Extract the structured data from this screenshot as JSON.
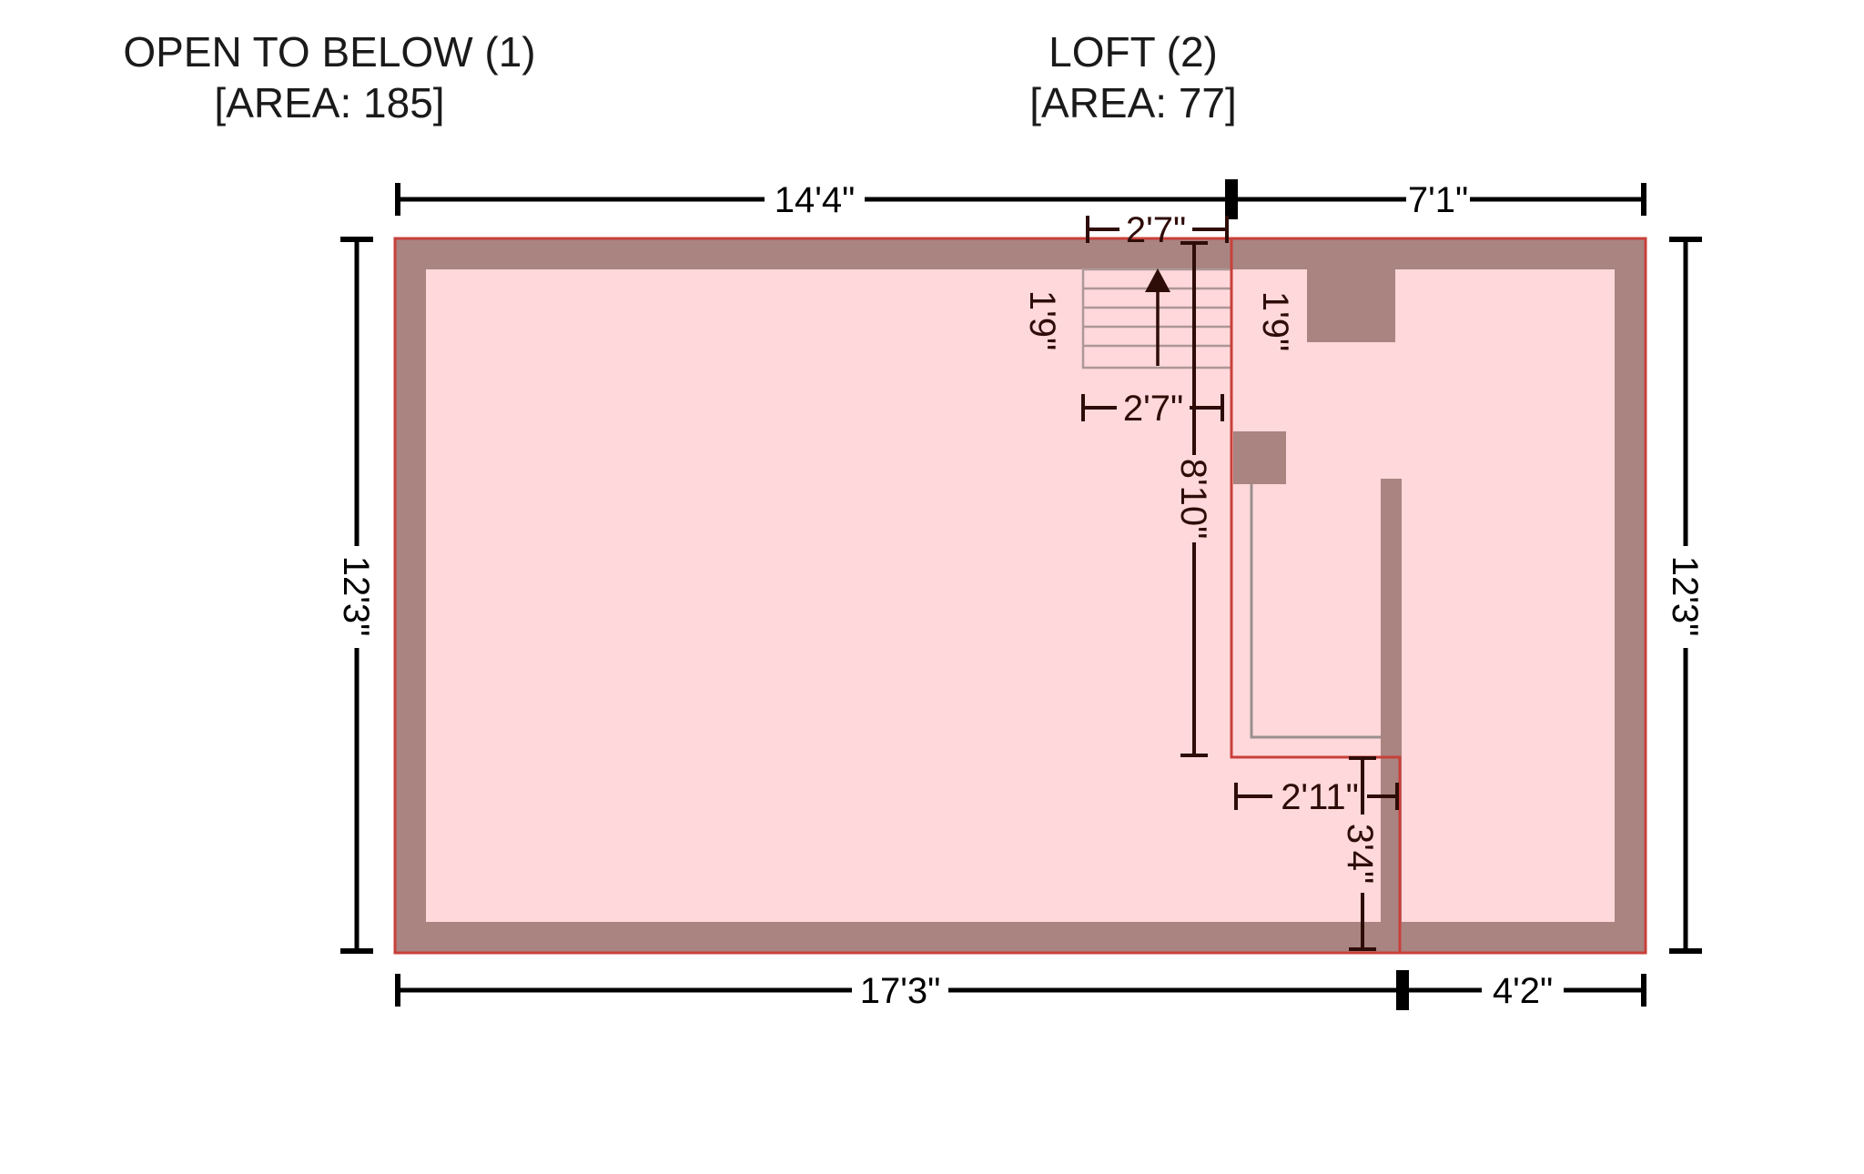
{
  "floorplan": {
    "rooms": [
      {
        "name": "OPEN TO BELOW (1)",
        "area_label": "[AREA: 185]"
      },
      {
        "name": "LOFT (2)",
        "area_label": "[AREA: 77]"
      }
    ],
    "dimensions": {
      "top_width_left": "14'4\"",
      "top_width_right": "7'1\"",
      "bottom_width_left": "17'3\"",
      "bottom_width_right": "4'2\"",
      "left_height": "12'3\"",
      "right_height": "12'3\"",
      "stair_width_top": "2'7\"",
      "stair_width_bottom": "2'7\"",
      "stair_depth_left": "1'9\"",
      "stair_depth_right": "1'9\"",
      "loft_edge_length": "8'10\"",
      "notch_width": "2'11\"",
      "notch_height": "3'4\""
    },
    "colors": {
      "floor": "#fed8da",
      "wall": "#a98481",
      "outline_red": "#c9403a",
      "dim_black": "#000000",
      "dim_dark": "#2e0c08",
      "stair_line": "#ad9797",
      "railing": "#9c8f8f",
      "text_black": "#1a1a1a"
    }
  }
}
